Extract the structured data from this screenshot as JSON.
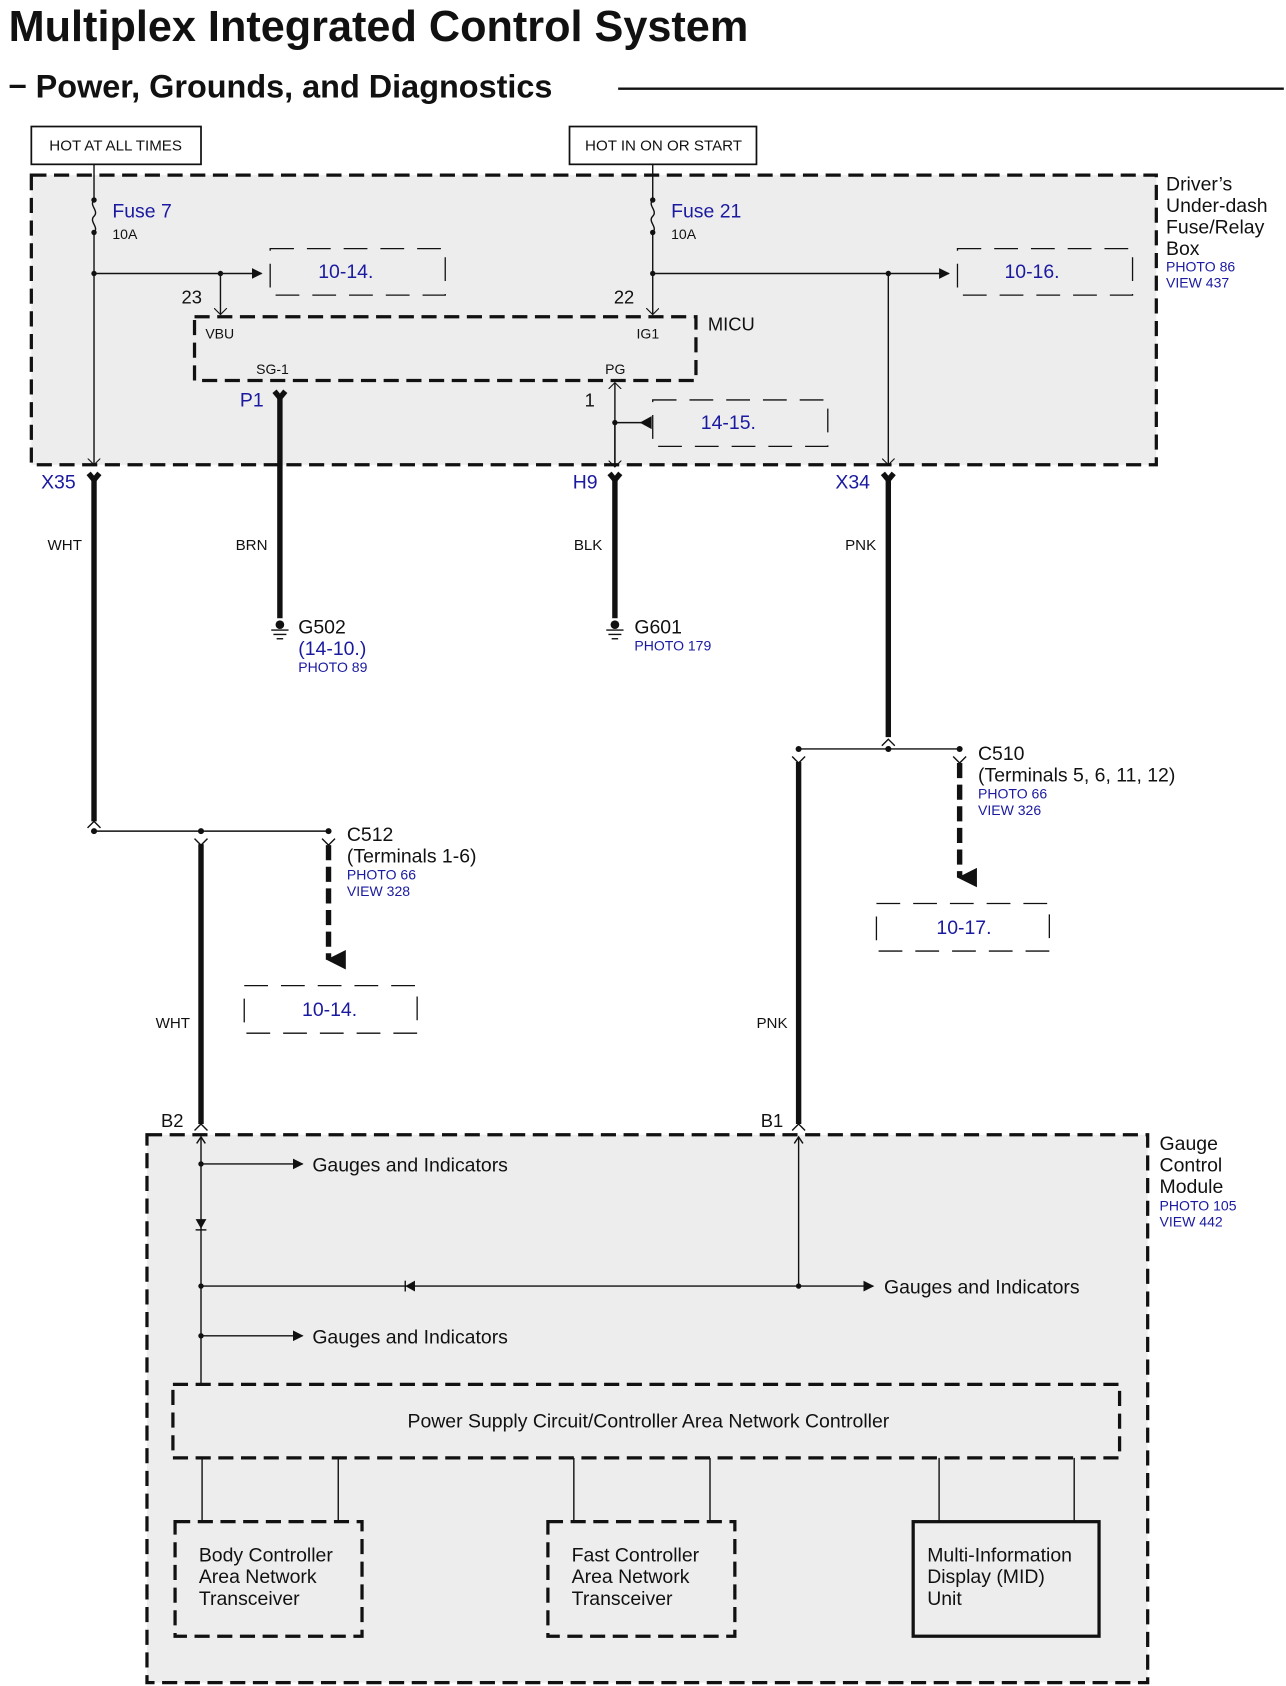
{
  "header": {
    "title": "Multiplex Integrated Control System",
    "subtitle": "Power, Grounds, and Diagnostics",
    "subtitle_dash": "–"
  },
  "power_sources": {
    "hot_always": "HOT AT ALL TIMES",
    "hot_on_start": "HOT IN ON OR START"
  },
  "fuse_box": {
    "name_lines": [
      "Driver’s",
      "Under-dash",
      "Fuse/Relay",
      "Box"
    ],
    "photo": "PHOTO 86",
    "view": "VIEW 437",
    "fuses": [
      {
        "name": "Fuse 7",
        "rating": "10A"
      },
      {
        "name": "Fuse 21",
        "rating": "10A"
      }
    ],
    "refs": [
      "10-14.",
      "10-16.",
      "14-15."
    ]
  },
  "micu": {
    "name": "MICU",
    "pins": {
      "vbu": "VBU",
      "vbu_num": "23",
      "ig1": "IG1",
      "ig1_num": "22",
      "sg1": "SG-1",
      "pg": "PG",
      "pg_num": "1"
    }
  },
  "connectors": {
    "x35": "X35",
    "p1": "P1",
    "h9": "H9",
    "x34": "X34",
    "b1": "B1",
    "b2": "B2"
  },
  "wires": {
    "wht": "WHT",
    "brn": "BRN",
    "blk": "BLK",
    "pnk": "PNK"
  },
  "grounds": [
    {
      "name": "G502",
      "ref": "(14-10.)",
      "photo": "PHOTO 89"
    },
    {
      "name": "G601",
      "photo": "PHOTO 179"
    }
  ],
  "c512": {
    "name": "C512",
    "terminals": "(Terminals 1-6)",
    "photo": "PHOTO 66",
    "view": "VIEW 328",
    "ref": "10-14."
  },
  "c510": {
    "name": "C510",
    "terminals": "(Terminals 5, 6, 11, 12)",
    "photo": "PHOTO 66",
    "view": "VIEW 326",
    "ref": "10-17."
  },
  "gauge_module": {
    "name_lines": [
      "Gauge",
      "Control",
      "Module"
    ],
    "photo": "PHOTO 105",
    "view": "VIEW 442",
    "outputs": [
      "Gauges and Indicators",
      "Gauges and Indicators",
      "Gauges and Indicators"
    ],
    "controller": "Power Supply Circuit/Controller Area Network Controller",
    "blocks": [
      {
        "lines": [
          "Body Controller",
          "Area Network",
          "Transceiver"
        ]
      },
      {
        "lines": [
          "Fast Controller",
          "Area Network",
          "Transceiver"
        ]
      },
      {
        "lines": [
          "Multi-Information",
          "Display (MID)",
          "Unit"
        ]
      }
    ]
  },
  "colors": {
    "link_blue": "#1a1aa0",
    "box_fill": "#ededed"
  }
}
